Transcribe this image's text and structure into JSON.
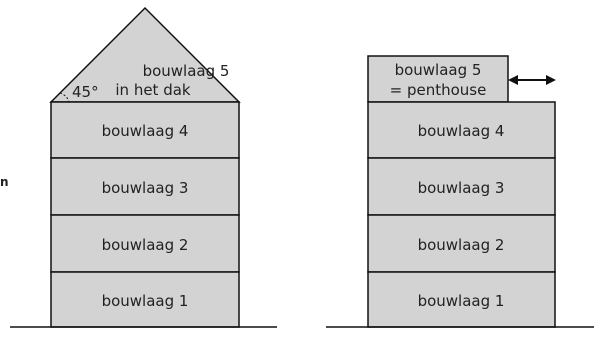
{
  "left_building": {
    "roof_label_line1": "bouwlaag 5",
    "roof_label_line2": "in het dak",
    "roof_angle": "45°",
    "floors": [
      "bouwlaag 4",
      "bouwlaag 3",
      "bouwlaag 2",
      "bouwlaag 1"
    ]
  },
  "right_building": {
    "penthouse_line1": "bouwlaag 5",
    "penthouse_line2": "= penthouse",
    "floors": [
      "bouwlaag 4",
      "bouwlaag 3",
      "bouwlaag 2",
      "bouwlaag 1"
    ]
  },
  "side_text": "n",
  "colors": {
    "fill": "#d3d3d3",
    "stroke": "#111111",
    "background": "#ffffff"
  }
}
